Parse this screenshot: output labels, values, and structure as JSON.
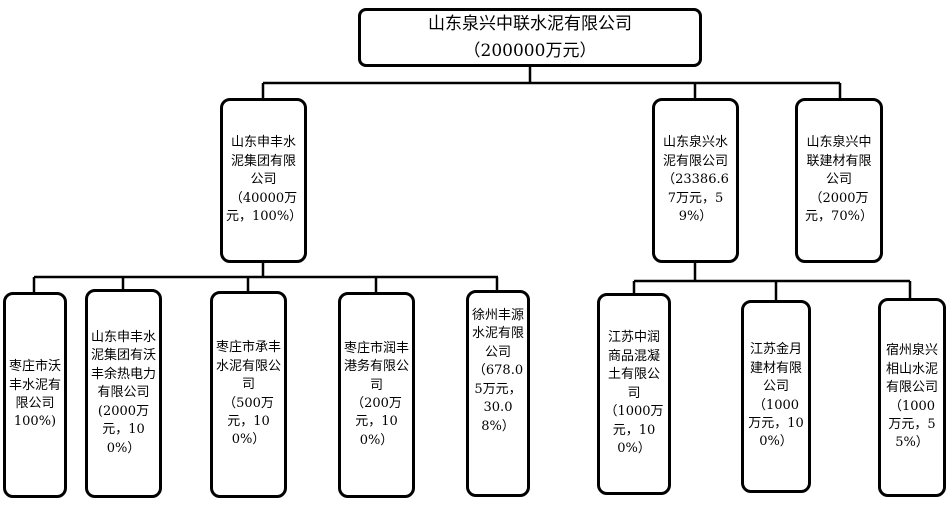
{
  "diagram": {
    "type": "org-chart",
    "root_key": "root",
    "edges": [
      {
        "from": "root",
        "to": [
          "shenfeng",
          "quanxing_shuini",
          "quanxing_jiancai"
        ]
      },
      {
        "from": "shenfeng",
        "to": [
          "wofeng",
          "wofeng_yure",
          "chengfeng",
          "runfeng",
          "fengyuan"
        ]
      },
      {
        "from": "quanxing_shuini",
        "to": [
          "zhongrun",
          "jinyue",
          "xiangshan"
        ]
      }
    ]
  },
  "colors": {
    "line": "#000000",
    "border": "#000000",
    "text": "#000000",
    "background": "#ffffff"
  },
  "nodes": {
    "root": {
      "name": "山东泉兴中联水泥有限公司",
      "detail": "（200000万元）"
    },
    "shenfeng": {
      "name": "山东申丰水泥集团有限公司",
      "detail": "（40000万元，100%）"
    },
    "quanxing_shuini": {
      "name": "山东泉兴水泥有限公司",
      "detail": "（23386.67万元，59%）"
    },
    "quanxing_jiancai": {
      "name": "山东泉兴中联建材有限公司",
      "detail": "（2000万元，70%）"
    },
    "wofeng": {
      "name": "枣庄市沃丰水泥有限公司",
      "detail": "100%)"
    },
    "wofeng_yure": {
      "name": "山东申丰水泥集团有沃丰余热电力有限公司",
      "detail": "(2000万元，100%）"
    },
    "chengfeng": {
      "name": "枣庄市承丰水泥有限公司",
      "detail": "（500万元，100%）"
    },
    "runfeng": {
      "name": "枣庄市润丰港务有限公司",
      "detail": "（200万元，100%）"
    },
    "fengyuan": {
      "name": "徐州丰源水泥有限公司",
      "detail": "（678.05万元，30.08%）"
    },
    "zhongrun": {
      "name": "江苏中润商品混凝土有限公司",
      "detail": "（1000万元，100%）"
    },
    "jinyue": {
      "name": "江苏金月建材有限公司",
      "detail": "（1000万元，100%）"
    },
    "xiangshan": {
      "name": "宿州泉兴相山水泥有限公司",
      "detail": "（1000万元，55%）"
    }
  }
}
